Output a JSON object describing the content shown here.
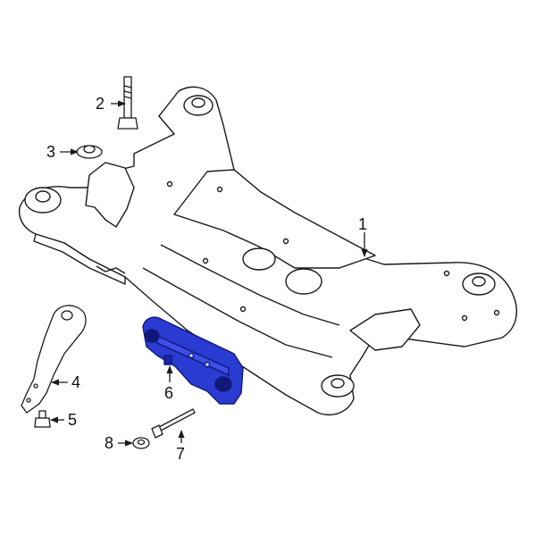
{
  "diagram": {
    "colors": {
      "line": "#1a1a1a",
      "fill": "#ffffff",
      "highlight": "#2a3bd1",
      "highlight_dark": "#10197a"
    },
    "callouts": [
      {
        "id": "1",
        "text": "1",
        "part": "subframe"
      },
      {
        "id": "2",
        "text": "2",
        "part": "mounting-bolt"
      },
      {
        "id": "3",
        "text": "3",
        "part": "washer"
      },
      {
        "id": "4",
        "text": "4",
        "part": "bracket"
      },
      {
        "id": "5",
        "text": "5",
        "part": "bolt"
      },
      {
        "id": "6",
        "text": "6",
        "part": "reinforcement-plate"
      },
      {
        "id": "7",
        "text": "7",
        "part": "long-bolt"
      },
      {
        "id": "8",
        "text": "8",
        "part": "washer"
      }
    ]
  }
}
